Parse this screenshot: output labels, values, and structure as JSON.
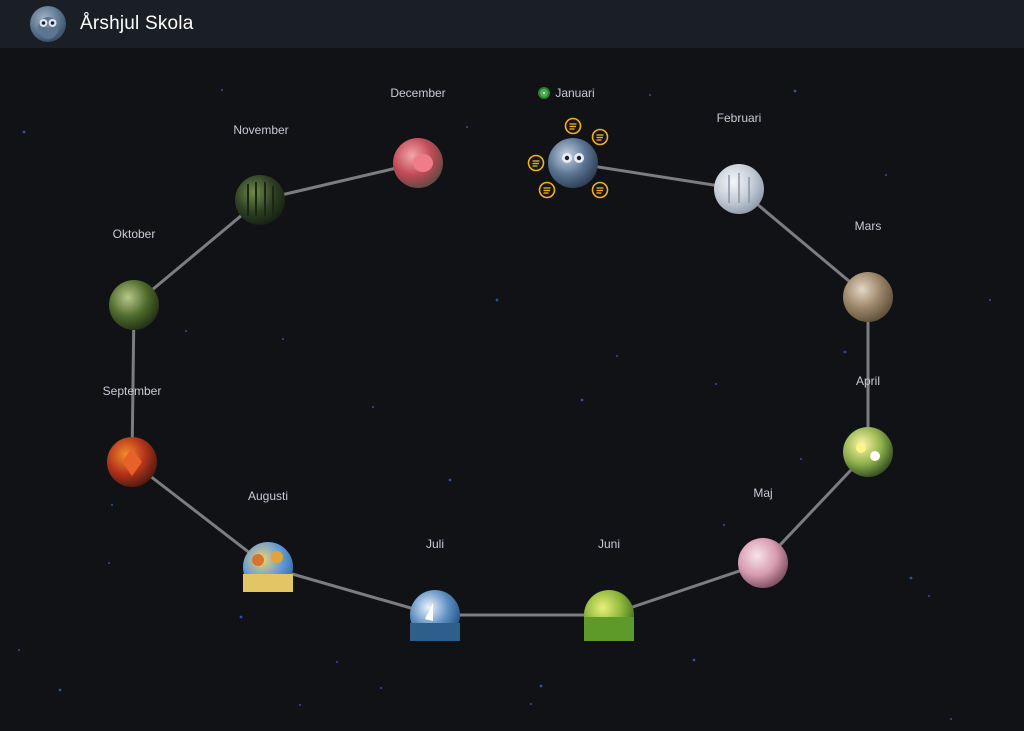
{
  "app": {
    "title": "Årshjul Skola",
    "logo_icon": "owl-avatar-icon"
  },
  "wheel": {
    "active_month": "Januari",
    "months": [
      {
        "label": "Januari",
        "photo": "owl-photo-icon",
        "colors": [
          "#c6d3e3",
          "#5a7391",
          "#2b3c52"
        ]
      },
      {
        "label": "Februari",
        "photo": "snowy-trees-photo-icon",
        "colors": [
          "#f3f5f8",
          "#c7ced8",
          "#8e9aa9"
        ]
      },
      {
        "label": "Mars",
        "photo": "budding-branch-photo-icon",
        "colors": [
          "#e3d7c5",
          "#9a8466",
          "#5b4d3a"
        ]
      },
      {
        "label": "April",
        "photo": "spring-flowers-photo-icon",
        "colors": [
          "#fff6a8",
          "#8fb24c",
          "#2f4a1f"
        ]
      },
      {
        "label": "Maj",
        "photo": "cherry-blossom-photo-icon",
        "colors": [
          "#f6e3ea",
          "#d89db0",
          "#7a4a5c"
        ]
      },
      {
        "label": "Juni",
        "photo": "meadow-photo-icon",
        "colors": [
          "#e8f07a",
          "#8cb63a",
          "#3a6a1c"
        ]
      },
      {
        "label": "Juli",
        "photo": "sailboat-photo-icon",
        "colors": [
          "#eef4fb",
          "#5e8fc4",
          "#204f80"
        ]
      },
      {
        "label": "Augusti",
        "photo": "hot-air-balloons-photo-icon",
        "colors": [
          "#f4d26a",
          "#6a9fd6",
          "#2f6bb0"
        ]
      },
      {
        "label": "September",
        "photo": "autumn-leaves-photo-icon",
        "colors": [
          "#f28b2a",
          "#b5331b",
          "#4a1a10"
        ]
      },
      {
        "label": "Oktober",
        "photo": "mushrooms-photo-icon",
        "colors": [
          "#b7c98a",
          "#4f6a2c",
          "#1f2d14"
        ]
      },
      {
        "label": "November",
        "photo": "dark-forest-photo-icon",
        "colors": [
          "#6f8a4a",
          "#2f4124",
          "#142012"
        ]
      },
      {
        "label": "December",
        "photo": "tulip-photo-icon",
        "colors": [
          "#f3a7a8",
          "#c24a55",
          "#5d4a45"
        ]
      }
    ],
    "event_icon": "note-lines-icon",
    "event_color": "#f2b01e",
    "line_color": "#7d7d7f",
    "active_indicator_color": "#4caf50"
  }
}
